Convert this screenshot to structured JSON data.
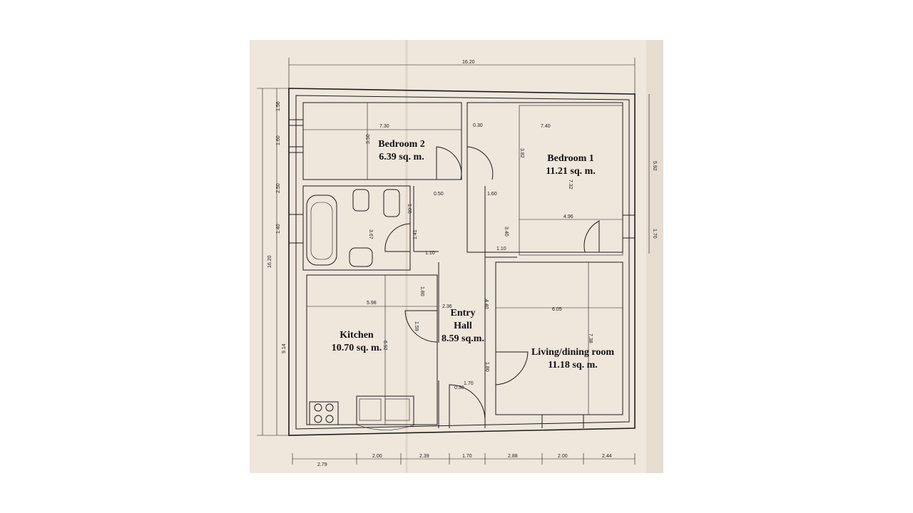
{
  "colors": {
    "paper": "#efe6dc",
    "paper_fold": "#e4d9cc",
    "ink": "#1c1c1c",
    "margin": "#ffffff"
  },
  "rooms": {
    "bedroom2": {
      "name": "Bedroom 2",
      "area": "6.39 sq. m."
    },
    "bedroom1": {
      "name": "Bedroom 1",
      "area": "11.21 sq. m."
    },
    "entry": {
      "name_1": "Entry",
      "name_2": "Hall",
      "area": "8.59 sq.m."
    },
    "kitchen": {
      "name": "Kitchen",
      "area": "10.70 sq. m."
    },
    "living": {
      "name": "Living/dining room",
      "area": "11.18 sq. m."
    }
  },
  "dimensions": {
    "overall_width": "16.20",
    "overall_height": "16.20",
    "left_upper": "9.14",
    "left_segments": [
      "1.56",
      "1.60",
      "2.50",
      "1.40"
    ],
    "right_segments": [
      "5.92",
      "1.70"
    ],
    "bottom": [
      "2.79",
      "2.00",
      "2.39",
      "1.70",
      "2.88",
      "2.00",
      "2.44"
    ],
    "interior": {
      "bedroom2_w": "7.30",
      "bedroom2_h": "3.50",
      "wall_gap": "0.30",
      "bedroom1_w": "7.40",
      "bedroom1_h": "3.82",
      "bedroom1_inner_h": "7.32",
      "bedroom1_inner_w": "4.96",
      "hall_a": "0.50",
      "hall_b": "1.60",
      "bath_h": "3.67",
      "bath_door": "1.60",
      "hall_c": "1.41",
      "hall_d": "1.10",
      "hall_e": "3.40",
      "hall_f": "1.10",
      "kitchen_w": "5.98",
      "kitchen_top": "1.80",
      "kitchen_door": "1.59",
      "kitchen_h": "6.92",
      "hall_w": "2.36",
      "hall_h": "4.40",
      "living_w": "6.05",
      "living_h": "7.38",
      "living_door": "1.80",
      "entry_a": "0.30",
      "entry_b": "1.70"
    }
  }
}
